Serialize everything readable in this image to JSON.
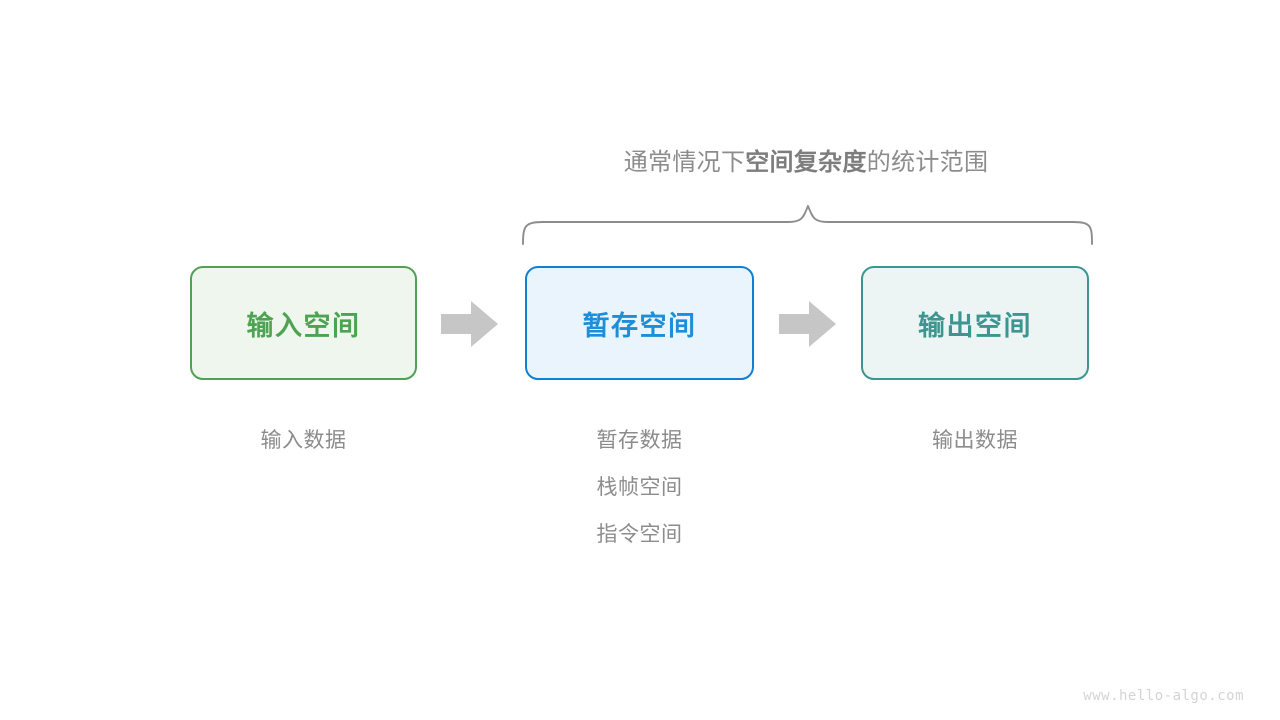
{
  "diagram": {
    "brace_caption": {
      "prefix": "通常情况下",
      "emphasis": "空间复杂度",
      "suffix": "的统计范围"
    },
    "boxes": [
      {
        "key": "input",
        "label": "输入空间",
        "border_color": "#53a055",
        "fill_color": "#eef6ee",
        "text_color": "#4ea352",
        "captions": [
          "输入数据"
        ]
      },
      {
        "key": "buffer",
        "label": "暂存空间",
        "border_color": "#1180d0",
        "fill_color": "#e9f4fd",
        "text_color": "#1d8ed9",
        "captions": [
          "暂存数据",
          "栈帧空间",
          "指令空间"
        ]
      },
      {
        "key": "output",
        "label": "输出空间",
        "border_color": "#3b9591",
        "fill_color": "#ecf5f3",
        "text_color": "#3c9590",
        "captions": [
          "输出数据"
        ]
      }
    ],
    "arrows": [
      {
        "key": "input-to-buffer",
        "icon": "right-arrow-icon",
        "color": "#c6c6c6"
      },
      {
        "key": "buffer-to-output",
        "icon": "right-arrow-icon",
        "color": "#c6c6c6"
      }
    ],
    "brace": {
      "icon": "curly-brace-up-icon",
      "color": "#8c8c8c"
    },
    "watermark": "www.hello-algo.com"
  }
}
